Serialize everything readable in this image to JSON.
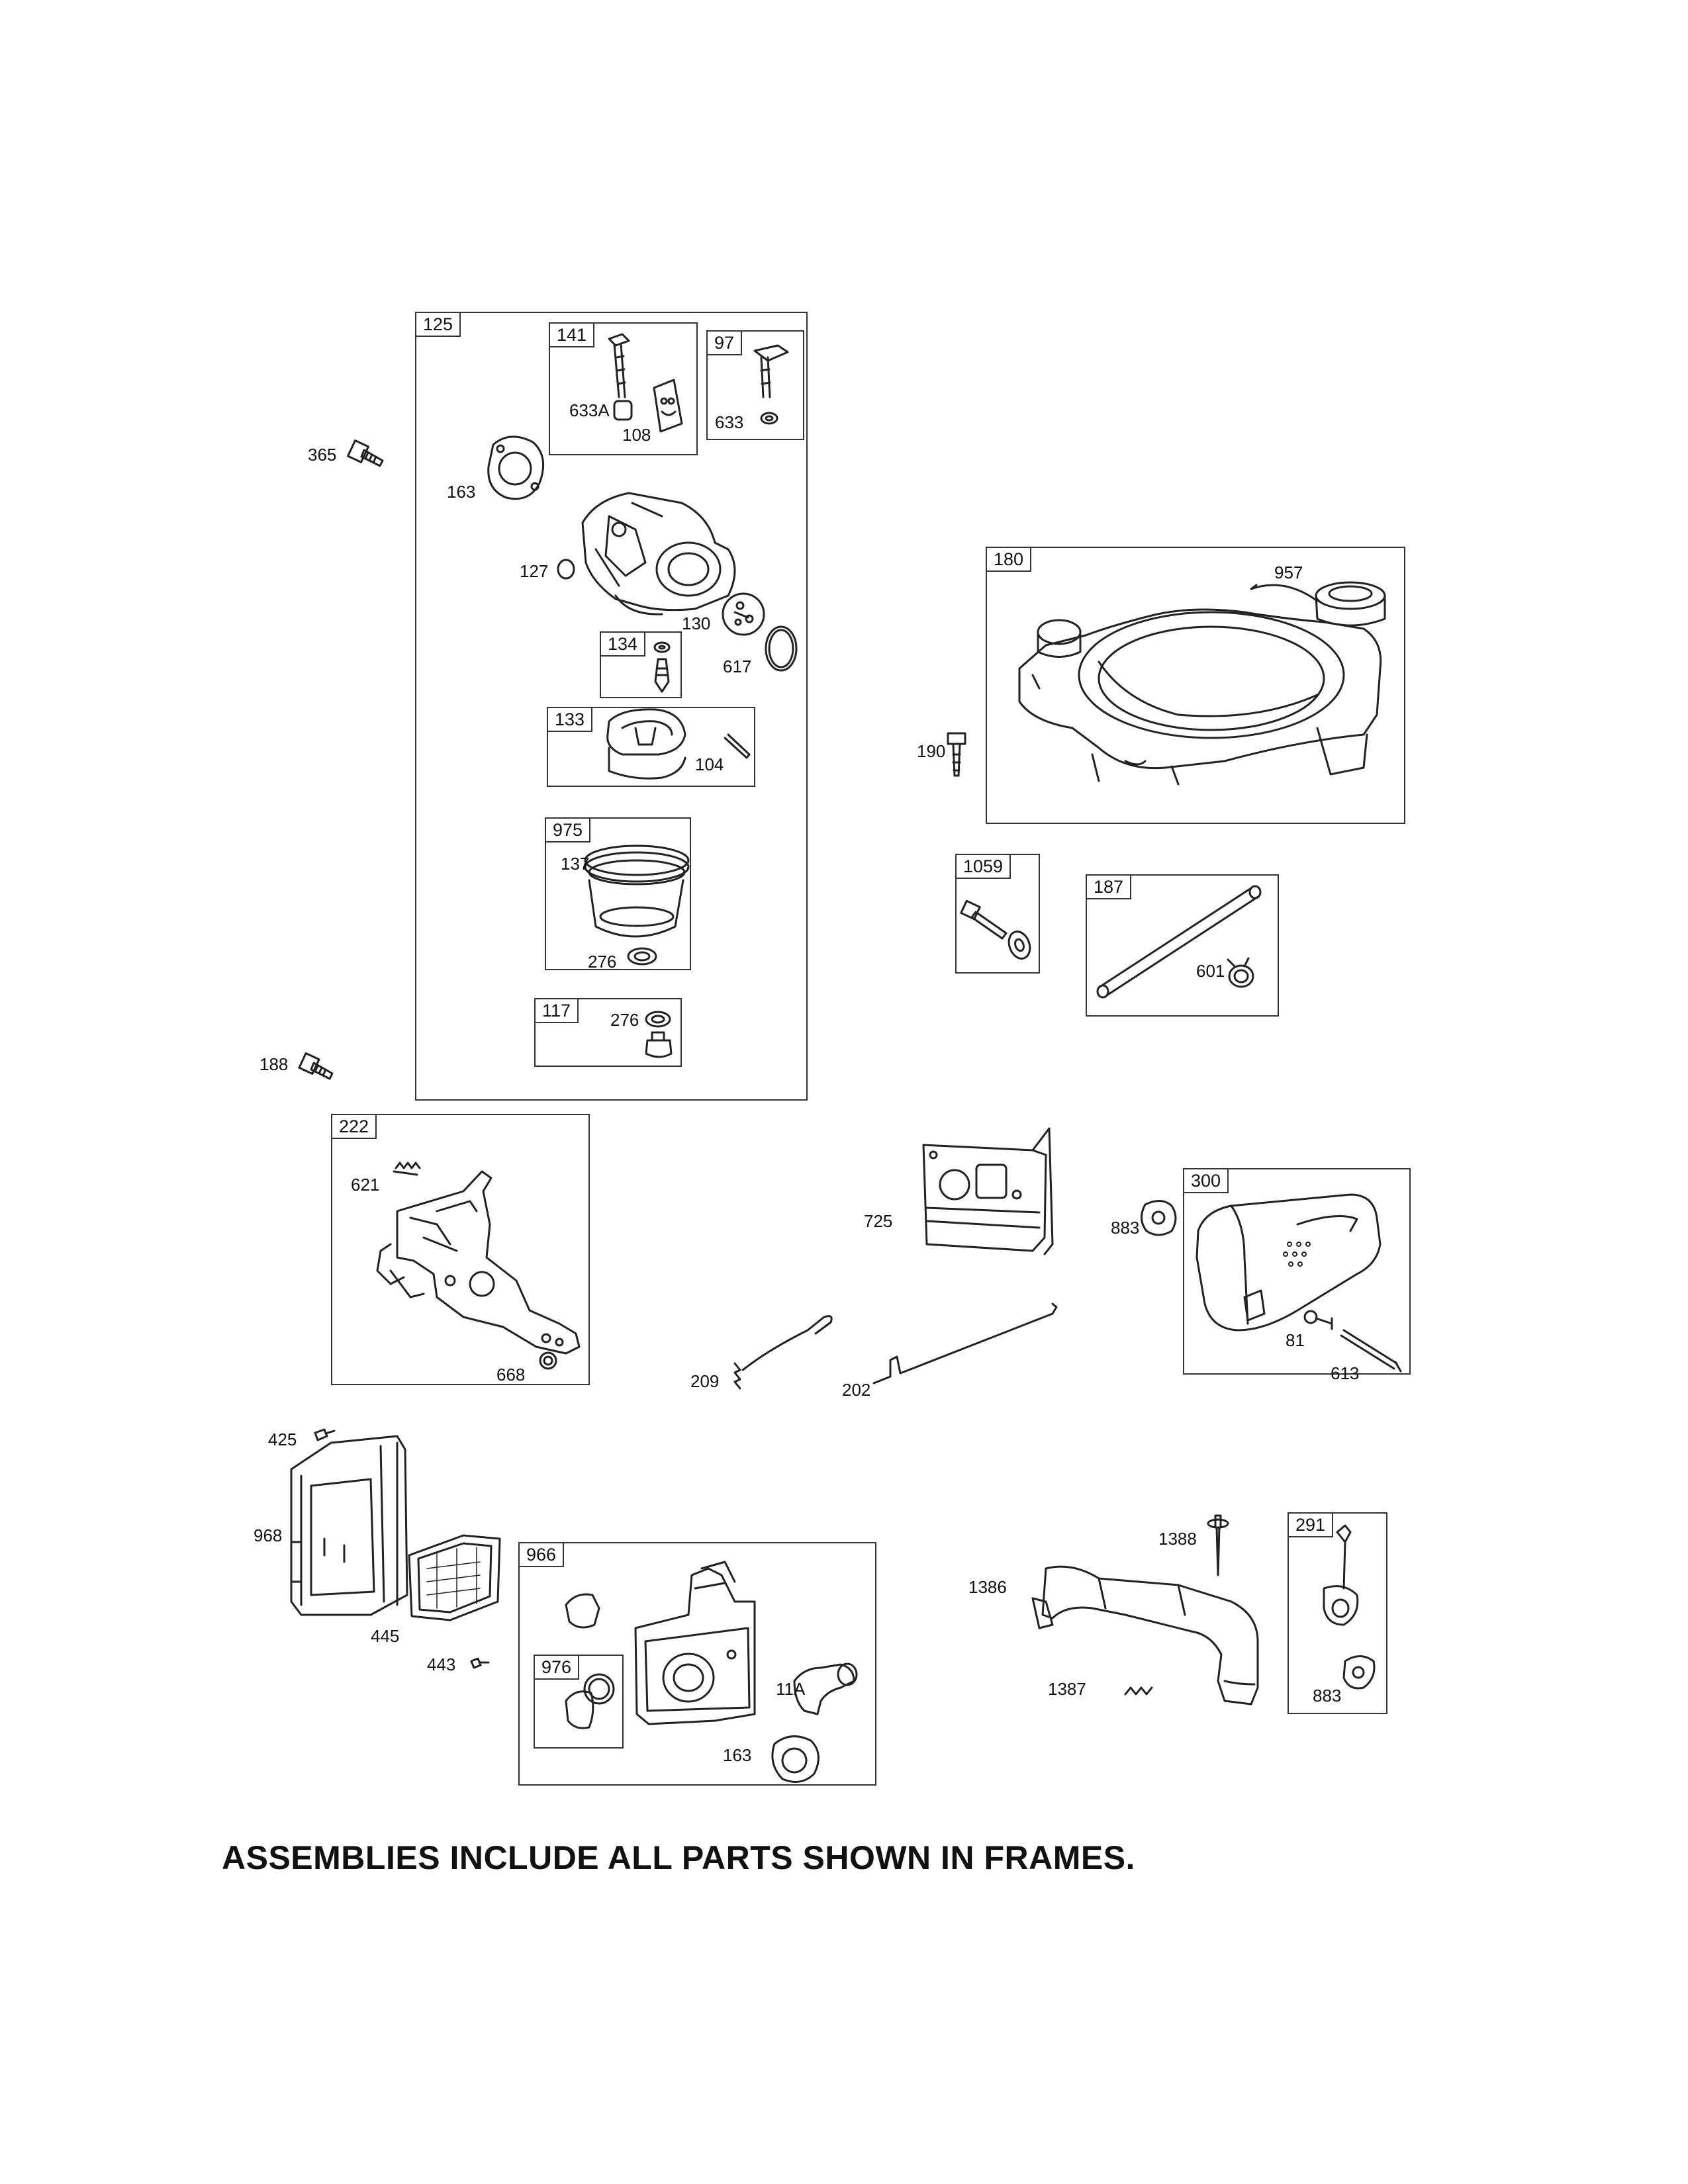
{
  "frames": {
    "f125": "125",
    "f141": "141",
    "f97": "97",
    "f134": "134",
    "f133": "133",
    "f975": "975",
    "f117": "117",
    "f180": "180",
    "f1059": "1059",
    "f187": "187",
    "f222": "222",
    "f300": "300",
    "f966": "966",
    "f976": "976",
    "f291": "291"
  },
  "labels": {
    "l365": "365",
    "l163a": "163",
    "l633A": "633A",
    "l108": "108",
    "l633": "633",
    "l127": "127",
    "l130": "130",
    "l617": "617",
    "l104": "104",
    "l137": "137",
    "l276a": "276",
    "l276b": "276",
    "l188": "188",
    "l957": "957",
    "l190": "190",
    "l601": "601",
    "l621": "621",
    "l668": "668",
    "l725": "725",
    "l883a": "883",
    "l81": "81",
    "l613": "613",
    "l209": "209",
    "l202": "202",
    "l425": "425",
    "l968": "968",
    "l445": "445",
    "l443": "443",
    "l11A": "11A",
    "l163b": "163",
    "l1388": "1388",
    "l1386": "1386",
    "l1387": "1387",
    "l883b": "883"
  },
  "footer_note": "ASSEMBLIES INCLUDE ALL PARTS SHOWN IN FRAMES."
}
